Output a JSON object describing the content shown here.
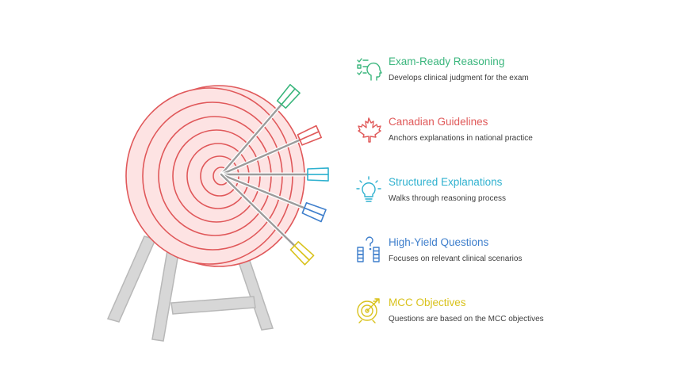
{
  "colors": {
    "ring_stroke": "#e0585a",
    "ring_fill": "#fde3e3",
    "stand": "#d7d7d7",
    "stand_stroke": "#b8b8b8",
    "shaft": "#9c9c9c"
  },
  "items": [
    {
      "title": "Exam-Ready Reasoning",
      "desc": "Develops clinical judgment for the exam",
      "color": "#3bb67d",
      "icon": "checklist-head-icon"
    },
    {
      "title": "Canadian Guidelines",
      "desc": "Anchors explanations in national practice",
      "color": "#e05a5a",
      "icon": "maple-leaf-icon"
    },
    {
      "title": "Structured Explanations",
      "desc": "Walks through reasoning process",
      "color": "#2fb1cf",
      "icon": "lightbulb-icon"
    },
    {
      "title": "High-Yield Questions",
      "desc": "Focuses on relevant clinical scenarios",
      "color": "#3f7fcc",
      "icon": "question-blocks-icon"
    },
    {
      "title": "MCC Objectives",
      "desc": "Questions are based on the MCC objectives",
      "color": "#d9c21c",
      "icon": "target-arrow-icon"
    }
  ]
}
